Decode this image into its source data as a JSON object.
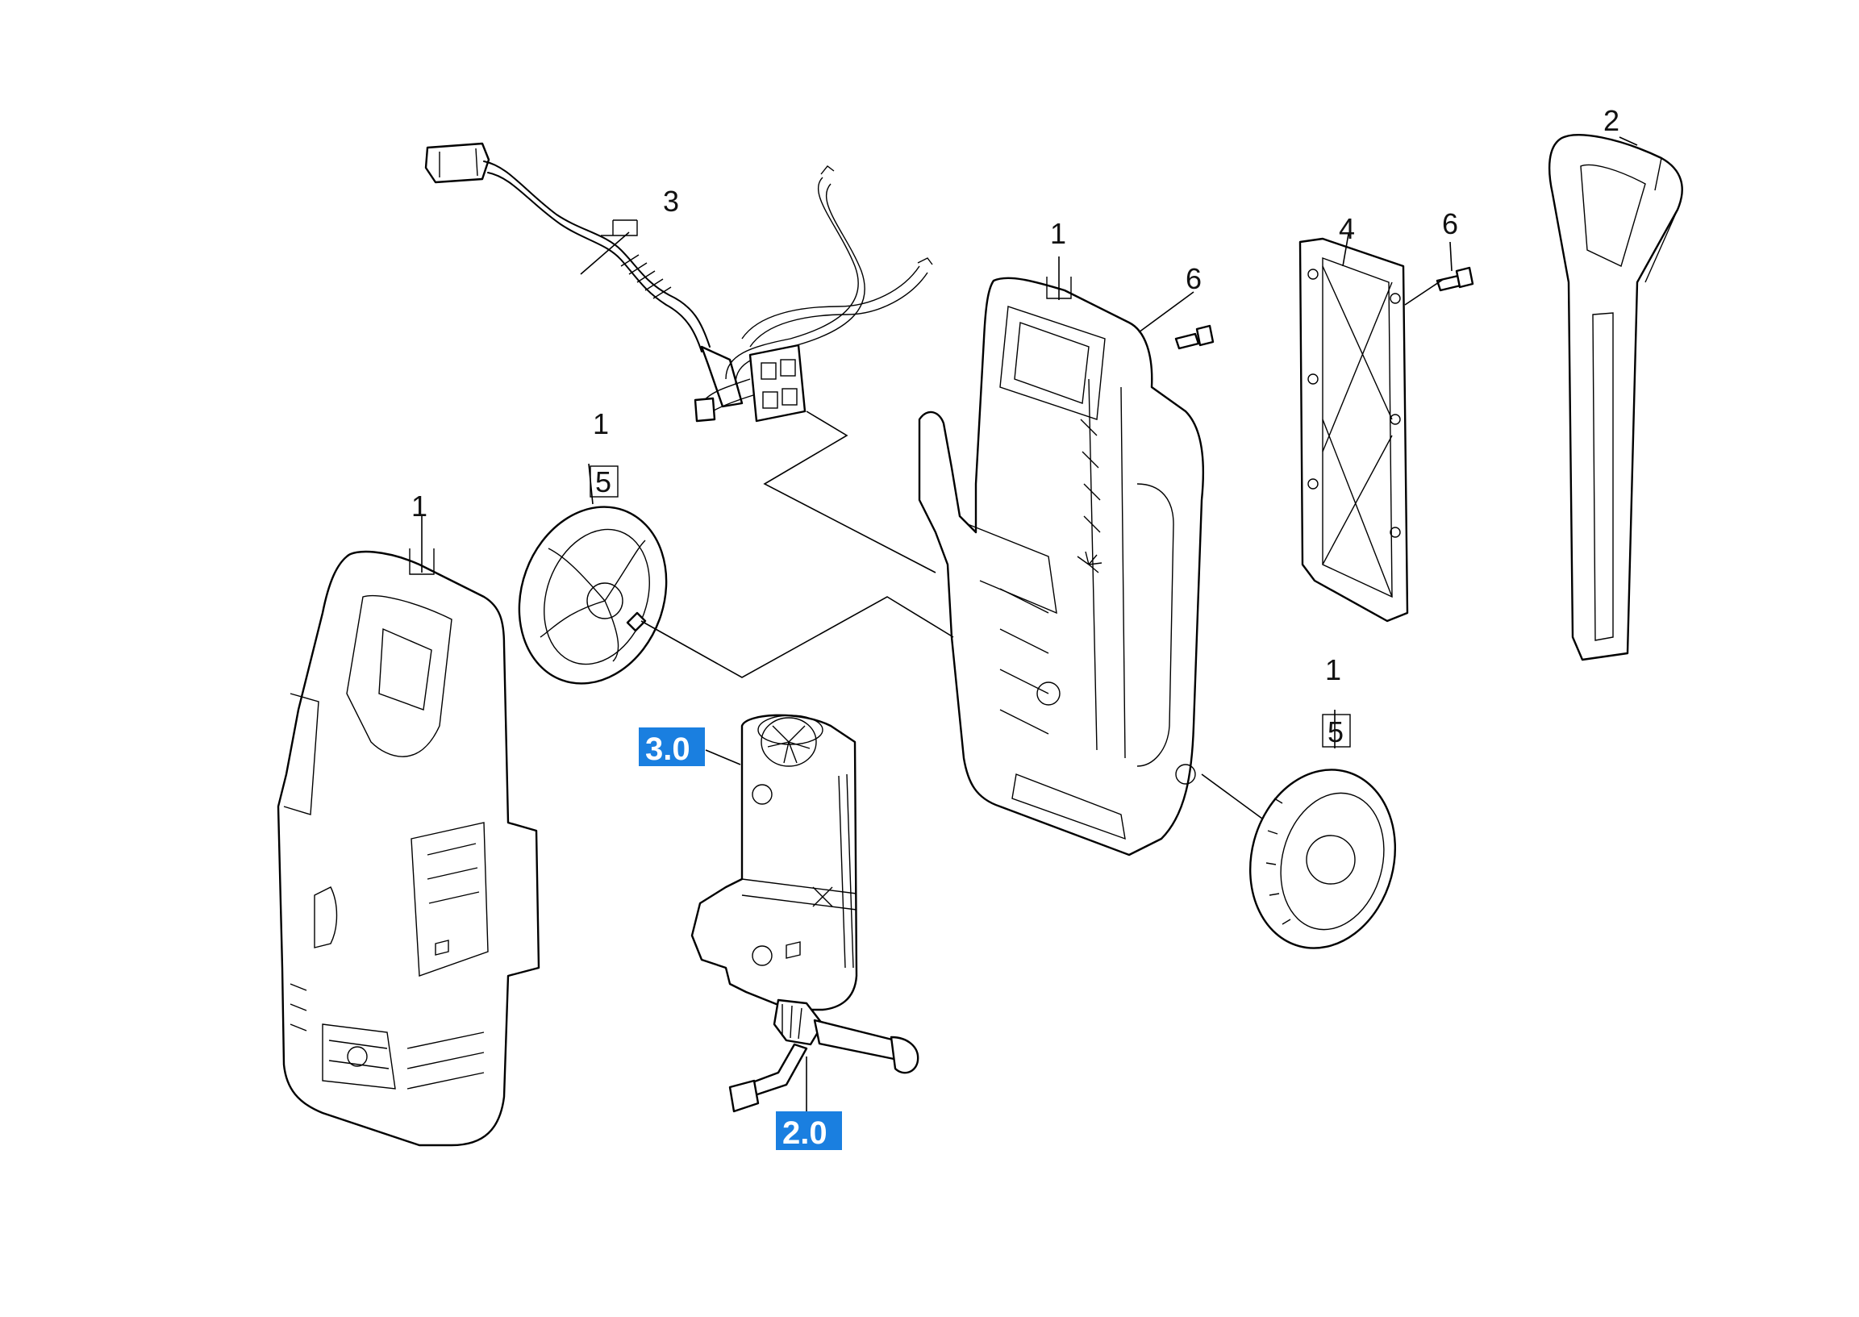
{
  "labels": {
    "housing_front_top": "1",
    "housing_front_box": "",
    "wheel_left_top": "1",
    "wheel_left_box": "5",
    "housing_rear_top": "1",
    "wheel_right_top": "1",
    "wheel_right_box": "5",
    "handle": "2",
    "cable": "3",
    "cover": "4",
    "screw_a": "6",
    "screw_b": "6",
    "motor_pump": "3.0",
    "pump_head": "2.0"
  },
  "colors": {
    "badge": "#1a7fe0",
    "line": "#000000",
    "background": "#ffffff"
  }
}
